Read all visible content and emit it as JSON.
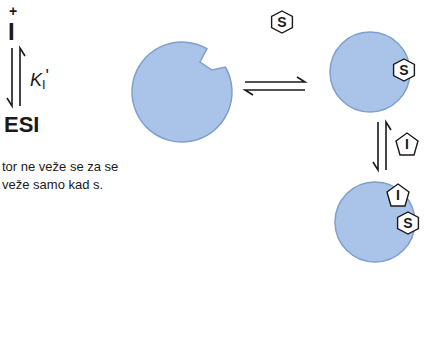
{
  "diagram": {
    "nodes": [
      {
        "text": [
          "S"
        ]
      },
      {
        "text": [
          "S"
        ]
      },
      {
        "text": [
          "I"
        ]
      },
      {
        "text": [
          "I"
        ]
      },
      {
        "text": [
          "S"
        ]
      }
    ],
    "labels": [
      "+",
      "I",
      "KI'",
      "ESI",
      "tor ne veže se za se veže samo kad s."
    ]
  }
}
